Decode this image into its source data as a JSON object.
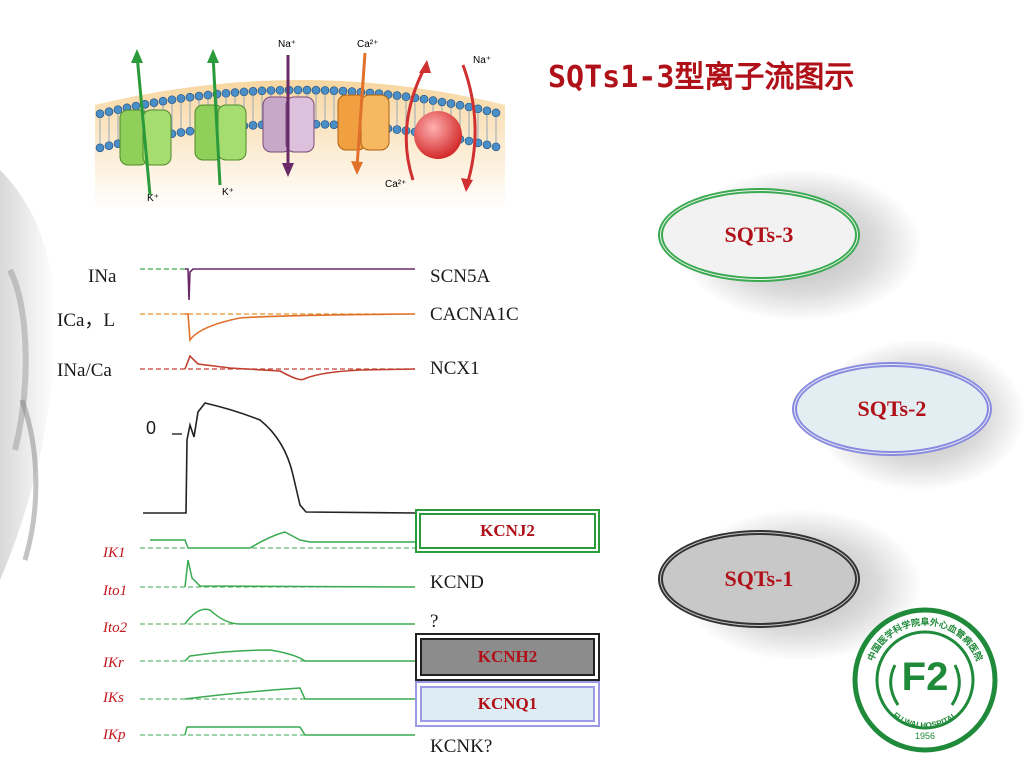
{
  "title": "SQTs1-3型离子流图示",
  "membrane": {
    "top_labels": [
      "Na⁺",
      "Ca²⁺",
      "Na⁺"
    ],
    "bottom_labels": [
      "K⁺",
      "K⁺",
      "Ca²⁺"
    ]
  },
  "currents_upper": [
    {
      "name": "INa",
      "gene": "SCN5A",
      "color": "#6a2a6a"
    },
    {
      "name": "ICa，L",
      "gene": "CACNA1C",
      "color": "#e0702a"
    },
    {
      "name": "INa/Ca",
      "gene": "NCX1",
      "color": "#c04030"
    }
  ],
  "ap_zero_label": "0",
  "currents_lower": [
    {
      "name": "IK1",
      "gene": "KCNJ2",
      "boxed": "green"
    },
    {
      "name": "Ito1",
      "gene": "KCND",
      "boxed": ""
    },
    {
      "name": "Ito2",
      "gene": "?",
      "boxed": ""
    },
    {
      "name": "IKr",
      "gene": "KCNH2",
      "boxed": "gray"
    },
    {
      "name": "IKs",
      "gene": "KCNQ1",
      "boxed": "blue"
    },
    {
      "name": "IKp",
      "gene": "KCNK?",
      "boxed": ""
    }
  ],
  "ovals": [
    {
      "label": "SQTs-3",
      "border": "#3aaa50",
      "fill": "#f2f2f2"
    },
    {
      "label": "SQTs-2",
      "border": "#8a8ae0",
      "fill": "#e2eef2"
    },
    {
      "label": "SQTs-1",
      "border": "#333333",
      "fill": "#c8c8c8"
    }
  ],
  "logo": {
    "text_top": "中国医学科学院阜外心血管病医院",
    "text_bottom": "FU WAI HOSPITAL",
    "year": "1956",
    "mark": "F2",
    "color": "#1f8a3a"
  }
}
